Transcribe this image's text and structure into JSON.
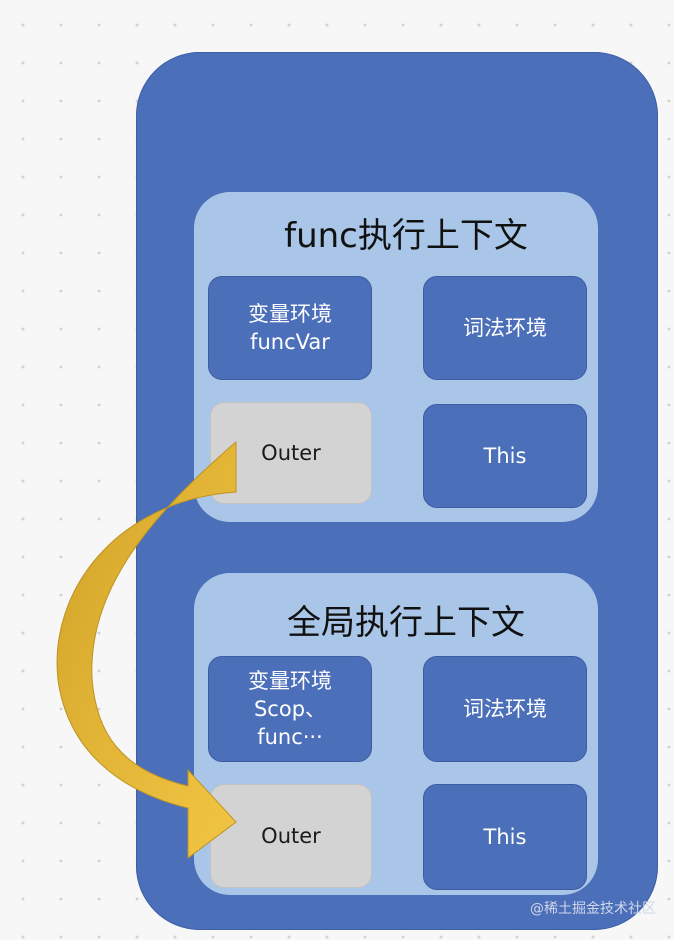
{
  "func_context": {
    "title": "func执行上下文",
    "variable_env": {
      "label": "变量环境",
      "value": "funcVar"
    },
    "lexical_env": {
      "label": "词法环境"
    },
    "outer": {
      "label": "Outer"
    },
    "this_binding": {
      "label": "This"
    }
  },
  "global_context": {
    "title": "全局执行上下文",
    "variable_env": {
      "label": "变量环境",
      "line1": "Scop、",
      "line2": "func···"
    },
    "lexical_env": {
      "label": "词法环境"
    },
    "outer": {
      "label": "Outer"
    },
    "this_binding": {
      "label": "This"
    }
  },
  "watermark": "@稀土掘金技术社区",
  "colors": {
    "stack": "#4c6fba",
    "context": "#a9c6e8",
    "cell": "#4c6fba",
    "outer_cell": "#d3d3d3",
    "arrow": "#e5b73a"
  }
}
